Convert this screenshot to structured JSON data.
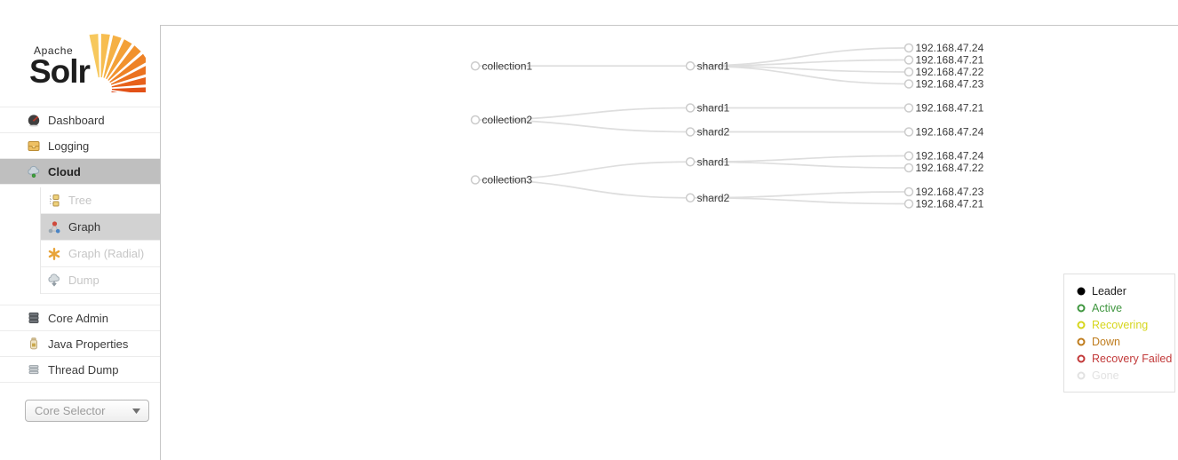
{
  "logo": {
    "apache": "Apache",
    "solr": "Solr"
  },
  "sidebar": {
    "menu": [
      {
        "id": "dashboard",
        "label": "Dashboard",
        "icon": "dashboard-icon",
        "state": "enabled"
      },
      {
        "id": "logging",
        "label": "Logging",
        "icon": "logging-icon",
        "state": "enabled"
      },
      {
        "id": "cloud",
        "label": "Cloud",
        "icon": "cloud-icon",
        "state": "active",
        "children": [
          {
            "id": "tree",
            "label": "Tree",
            "icon": "tree-icon",
            "state": "disabled"
          },
          {
            "id": "graph",
            "label": "Graph",
            "icon": "graph-icon",
            "state": "active"
          },
          {
            "id": "graph-radial",
            "label": "Graph (Radial)",
            "icon": "graph-radial-icon",
            "state": "disabled"
          },
          {
            "id": "dump",
            "label": "Dump",
            "icon": "dump-icon",
            "state": "disabled"
          }
        ]
      },
      {
        "id": "core-admin",
        "label": "Core Admin",
        "icon": "core-admin-icon",
        "state": "enabled",
        "section": 2
      },
      {
        "id": "java-properties",
        "label": "Java Properties",
        "icon": "java-properties-icon",
        "state": "enabled",
        "section": 2
      },
      {
        "id": "thread-dump",
        "label": "Thread Dump",
        "icon": "thread-dump-icon",
        "state": "enabled",
        "section": 2
      }
    ],
    "core_selector": {
      "label": "Core Selector",
      "chevron_icon": "chevron-down-icon"
    }
  },
  "chart_data": {
    "type": "cluster-graph",
    "description": "SolrCloud collection/shard/replica graph",
    "collections": [
      {
        "name": "collection1",
        "shards": [
          {
            "name": "shard1",
            "replicas": [
              {
                "ip": "192.168.47.24",
                "state": "active"
              },
              {
                "ip": "192.168.47.21",
                "state": "active"
              },
              {
                "ip": "192.168.47.22",
                "state": "active"
              },
              {
                "ip": "192.168.47.23",
                "state": "leader"
              }
            ]
          }
        ]
      },
      {
        "name": "collection2",
        "shards": [
          {
            "name": "shard1",
            "replicas": [
              {
                "ip": "192.168.47.21",
                "state": "leader"
              }
            ]
          },
          {
            "name": "shard2",
            "replicas": [
              {
                "ip": "192.168.47.24",
                "state": "leader"
              }
            ]
          }
        ]
      },
      {
        "name": "collection3",
        "shards": [
          {
            "name": "shard1",
            "replicas": [
              {
                "ip": "192.168.47.24",
                "state": "leader"
              },
              {
                "ip": "192.168.47.22",
                "state": "active"
              }
            ]
          },
          {
            "name": "shard2",
            "replicas": [
              {
                "ip": "192.168.47.23",
                "state": "active"
              },
              {
                "ip": "192.168.47.21",
                "state": "leader"
              }
            ]
          }
        ]
      }
    ],
    "legend": [
      {
        "label": "Leader",
        "state": "leader",
        "color": "#000000",
        "text_color": "#1c1c1c",
        "filled": true
      },
      {
        "label": "Active",
        "state": "active",
        "color": "#3f963f",
        "text_color": "#3f963f",
        "filled": false
      },
      {
        "label": "Recovering",
        "state": "recovering",
        "color": "#d6d61d",
        "text_color": "#d6d61d",
        "filled": false
      },
      {
        "label": "Down",
        "state": "down",
        "color": "#bf7c1d",
        "text_color": "#bf7c1d",
        "filled": false
      },
      {
        "label": "Recovery Failed",
        "state": "recovery-failed",
        "color": "#c23a3a",
        "text_color": "#c23a3a",
        "filled": false
      },
      {
        "label": "Gone",
        "state": "gone",
        "color": "#e2e2e2",
        "text_color": "#e2e2e2",
        "filled": false
      }
    ],
    "colors": {
      "leader_fill": "#000000",
      "active_green": "#3f963f",
      "node_stroke": "#cccccc",
      "link": "#dedede",
      "label": "#3b3b3b"
    }
  }
}
